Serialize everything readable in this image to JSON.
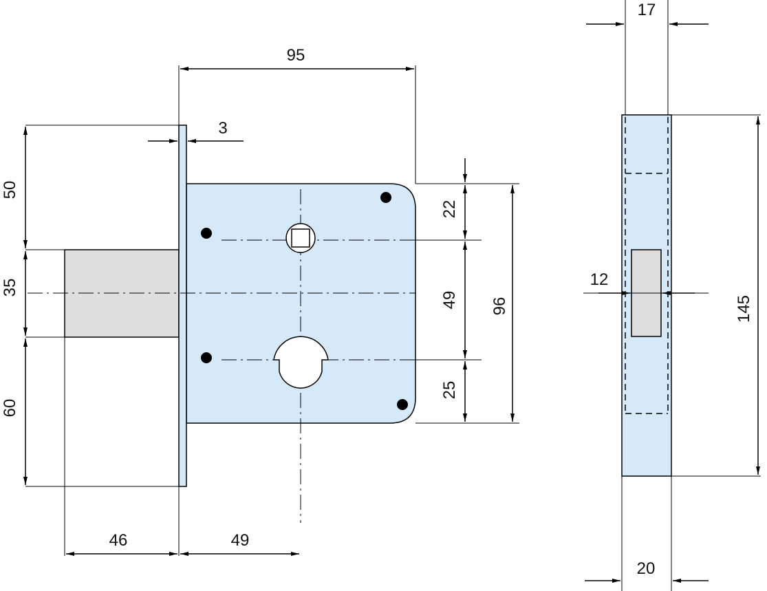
{
  "colors": {
    "body_fill": "#d6e9f8",
    "bolt_fill": "#dedede",
    "line": "#000000",
    "background": "#ffffff"
  },
  "dimensions": {
    "bolt_throw": "46",
    "backset": "49",
    "case_depth": "95",
    "faceplate_thickness": "3",
    "top_to_bolt": "50",
    "bolt_height": "35",
    "bolt_to_bottom": "60",
    "top_to_spindle": "22",
    "spindle_to_keyhole": "49",
    "keyhole_to_bottom": "25",
    "case_height": "96",
    "strike_top_width": "17",
    "strike_bottom_width": "20",
    "strike_height": "145",
    "strike_hole_width": "12"
  }
}
